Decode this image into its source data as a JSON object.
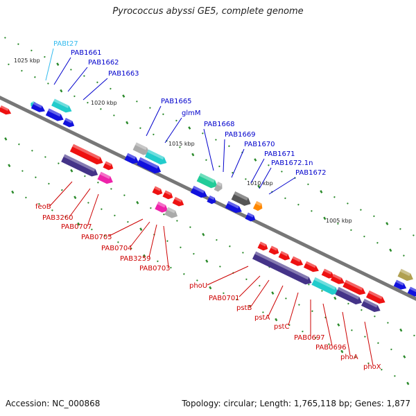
{
  "title": "Pyrococcus abyssi GE5, complete genome",
  "footer": {
    "accession": "Accession: NC_000868",
    "summary": "Topology: circular; Length: 1,765,118 bp; Genes: 1,877"
  },
  "colors": {
    "backbone": "#777777",
    "tick": "#2a8a2a",
    "top_label": "#0000cc",
    "trna_label": "#33bbee",
    "bottom_label": "#cc0000",
    "red_gene": "#ee1111",
    "blue_gene": "#1111dd",
    "navy_gene": "#443388",
    "cyan_gene": "#22cccc",
    "teal_gene": "#22cc99",
    "magenta_gene": "#ee22aa",
    "gray_gene": "#aaaaaa",
    "dark_gene": "#555555",
    "orange_gene": "#ff8800",
    "olive_gene": "#b0a050"
  },
  "scale_labels": [
    "1025 kbp",
    "1020 kbp",
    "1015 kbp",
    "1010 kbp",
    "1005 kbp"
  ],
  "top_labels": [
    "PABt27",
    "PAB1661",
    "PAB1662",
    "PAB1663",
    "PAB1665",
    "glmM",
    "PAB1668",
    "PAB1669",
    "PAB1670",
    "PAB1671",
    "PAB1672.1n",
    "PAB1672"
  ],
  "bottom_labels": [
    "feoB",
    "PAB3260",
    "PAB0707",
    "PAB0705",
    "PAB0704",
    "PAB3259",
    "PAB0703",
    "phoU",
    "PAB0701",
    "pstB",
    "pstA",
    "pstC",
    "PAB0697",
    "PAB0696",
    "phoA",
    "phoX"
  ]
}
